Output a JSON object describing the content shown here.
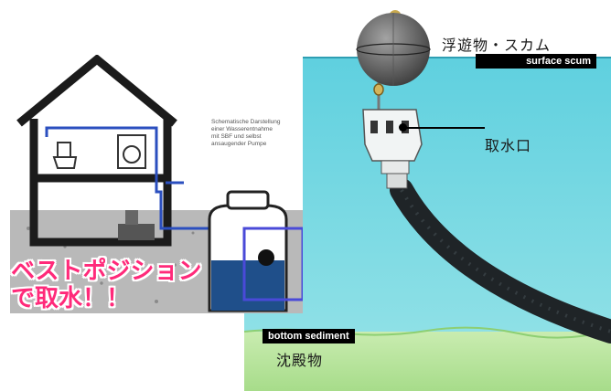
{
  "labels": {
    "surface_jp": "浮遊物・スカム",
    "surface_en": "surface scum",
    "intake_jp": "取水口",
    "bottom_en": "bottom sediment",
    "bottom_jp": "沈殿物",
    "callout_line1": "ベストポジション",
    "callout_line2": "で取水！！"
  },
  "colors": {
    "water": "#4fc6d8",
    "sediment": "#b6e39c",
    "callout": "#ff2a7a",
    "tank_frame": "#4a4ad8",
    "ground": "#b9b9b9"
  }
}
